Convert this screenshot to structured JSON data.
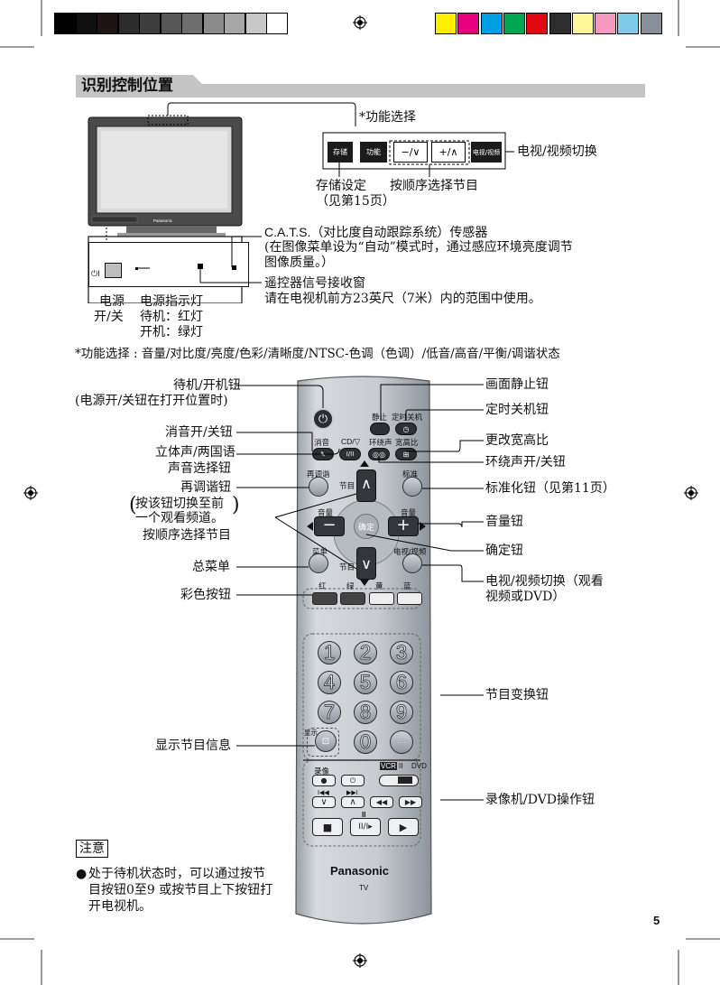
{
  "colors": {
    "cmyk_bar": [
      "#000000",
      "#0f0f0f",
      "#1e1414",
      "#2c2c2c",
      "#3e3e3e",
      "#575757",
      "#6e6e6e",
      "#8b8b8b",
      "#a7a7a7",
      "#c8c8c8",
      "#ffffff"
    ],
    "color_bar": [
      "#ffee00",
      "#e6007e",
      "#009fe3",
      "#00a651",
      "#e30613",
      "#2d2d2d",
      "#fff799",
      "#f49ac1",
      "#7fcbe9",
      "#888f98"
    ]
  },
  "section_title": "识别控制位置",
  "panel": {
    "label_function": "*功能选择",
    "buttons": {
      "store": "存储",
      "function": "功能",
      "minus": "−/∨",
      "plus": "+/∧",
      "tvav": "电视/视频"
    },
    "label_tvav": "电视/视频切换",
    "label_store": "存储设定",
    "label_store_ref": "（见第15页）",
    "label_prog": "按顺序选择节目",
    "cats_line1": "C.A.T.S.（对比度自动跟踪系统）传感器",
    "cats_line2": "(在图像菜单设为“自动”模式时，通过感应环境亮度调节",
    "cats_line3": "图像质量。）",
    "remote_sensor1": "遥控器信号接收窗",
    "remote_sensor2": "请在电视机前方23英尺（7米）内的范围中使用。",
    "power_label1": "电源",
    "power_label2": "开/关",
    "indicator1": "电源指示灯",
    "indicator2": "待机：红灯",
    "indicator3": "开机：绿灯",
    "power_symbol": "⏻I",
    "tv_brand": "Panasonic"
  },
  "function_note": "*功能选择 : 音量/对比度/亮度/色彩/清晰度/NTSC-色调（色调）/低音/高音/平衡/调谐状态",
  "remote": {
    "labels": {
      "mute": "静止",
      "timer": "定时关机",
      "sound": "消音",
      "stereo": "CD/▽",
      "surround": "环绕声",
      "aspect": "宽高比",
      "recall": "再调谐",
      "normal": "标准",
      "prog": "节目",
      "vol_l": "音量",
      "vol_r": "音量",
      "ok": "确定",
      "menu": "菜单",
      "tvav": "电视/视频",
      "red": "红",
      "green": "绿",
      "yellow": "黄",
      "blue": "蓝",
      "display": "显示",
      "rec": "录像",
      "vcr": "VCR",
      "dvd": "DVD",
      "pause": "II"
    },
    "numbers": [
      "1",
      "2",
      "3",
      "4",
      "5",
      "6",
      "7",
      "8",
      "9",
      "0",
      "-/--"
    ],
    "brand": "Panasonic",
    "model": "TV"
  },
  "left_labels": {
    "standby1": "待机/开机钮",
    "standby2": "(电源开/关钮在打开位置时)",
    "mute": "消音开/关钮",
    "stereo1": "立体声/两国语",
    "stereo2": "声音选择钮",
    "recall": "再调谐钮",
    "recall_note1": "按该钮切换至前",
    "recall_note2": "一个观看频道。",
    "prog": "按顺序选择节目",
    "menu": "总菜单",
    "color": "彩色按钮",
    "display": "显示节目信息"
  },
  "right_labels": {
    "freeze": "画面静止钮",
    "timer": "定时关机钮",
    "aspect": "更改宽高比",
    "surround": "环绕声开/关钮",
    "normal": "标准化钮（见第11页）",
    "volume": "音量钮",
    "ok": "确定钮",
    "tvav1": "电视/视频切换（观看",
    "tvav2": "视频或DVD）",
    "channel": "节目变换钮",
    "vcr": "录像机/DVD操作钮"
  },
  "note": {
    "title": "注意",
    "line1": "处于待机状态时，可以通过按节",
    "line2": "目按钮0至9 或按节目上下按钮打",
    "line3": "开电视机。"
  },
  "page_number": "5"
}
